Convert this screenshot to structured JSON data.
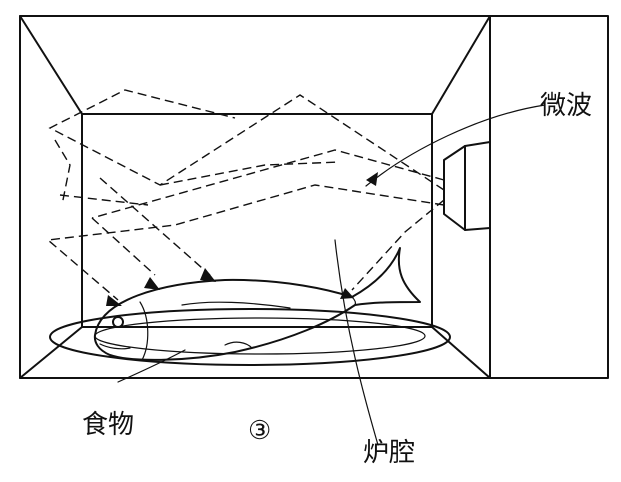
{
  "labels": {
    "microwave": "微波",
    "food": "食物",
    "cavity": "炉腔"
  },
  "figure_number": "③",
  "colors": {
    "ink": "#111111",
    "background": "#ffffff"
  }
}
